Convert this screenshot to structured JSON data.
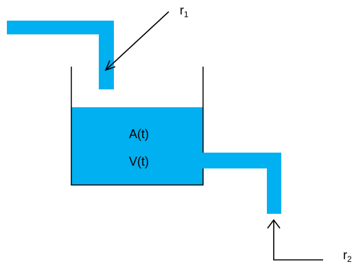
{
  "colors": {
    "water": "#00B0F0",
    "line": "#000000",
    "background": "#ffffff"
  },
  "labels": {
    "area": "A(t)",
    "volume": "V(t)",
    "inflow": {
      "base": "r",
      "sub": "1"
    },
    "outflow": {
      "base": "r",
      "sub": "2"
    }
  }
}
